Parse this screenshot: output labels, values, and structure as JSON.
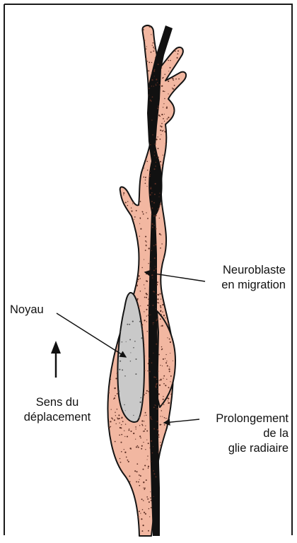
{
  "labels": {
    "neuroblast": [
      "Neuroblaste",
      "en migration"
    ],
    "nucleus": "Noyau",
    "direction": [
      "Sens du",
      "déplacement"
    ],
    "glia": [
      "Prolongement",
      "de la",
      "glie radiaire"
    ]
  },
  "colors": {
    "cell_fill": "#f2b7a1",
    "nucleus_fill": "#c9c9c9",
    "fiber": "#111111",
    "frame": "#1a1a1a",
    "stipple": "#5a2d22"
  },
  "icons": {
    "direction_arrow": "arrow-up-icon"
  }
}
